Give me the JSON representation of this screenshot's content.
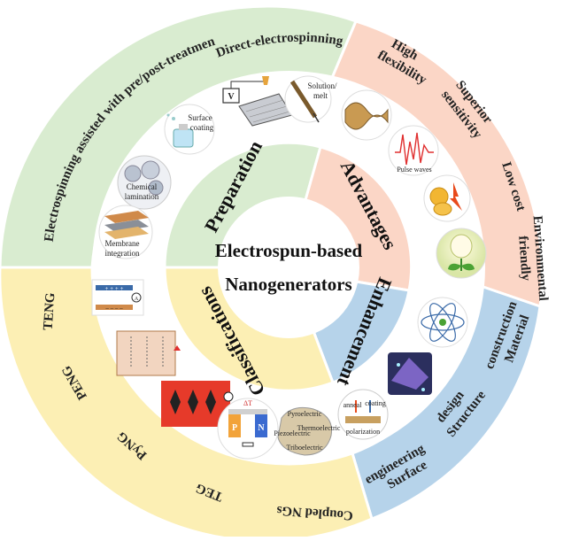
{
  "center": {
    "line1": "Electrospun-based",
    "line2": "Nanogenerators"
  },
  "inner_sections": {
    "preparation": "Preparation",
    "advantages": "Advantages",
    "enhancement": "Enhancement",
    "classifications": "Classifications"
  },
  "outer_labels": {
    "direct": "Direct-electrospinning",
    "assisted": "Electrospinning assisted with pre/post-treatment",
    "high_flexibility_1": "High",
    "high_flexibility_2": "flexibility",
    "superior_1": "Superior",
    "superior_2": "sensitivity",
    "low_cost": "Low cost",
    "env_1": "Environmental",
    "env_2": "friendly",
    "material_1": "Material",
    "material_2": "construction",
    "structure_1": "Structure",
    "structure_2": "design",
    "surface_1": "Surface",
    "surface_2": "engineering",
    "teng": "TENG",
    "peng": "PENG",
    "pyng": "PyNG",
    "teg": "TEG",
    "coupled": "Coupled NGs"
  },
  "icon_labels": {
    "solution_1": "Solution/",
    "solution_2": "melt",
    "surface_coating_1": "Surface",
    "surface_coating_2": "coating",
    "chemical_1": "Chemical",
    "chemical_2": "lamination",
    "membrane_1": "Membrane",
    "membrane_2": "integration",
    "pulse": "Pulse waves",
    "anneal": "anneal",
    "coating": "coating",
    "polarization": "polarization",
    "delta_t": "ΔT",
    "p": "P",
    "n": "N",
    "pyro": "Pyroelectric",
    "piezo": "Piezoelectric",
    "thermo": "Thermoelectric",
    "tribo": "Triboelectric"
  },
  "colors": {
    "green": "#d9ecd0",
    "salmon": "#fbd6c6",
    "blue": "#b6d3ea",
    "yellow": "#fcefb4"
  }
}
